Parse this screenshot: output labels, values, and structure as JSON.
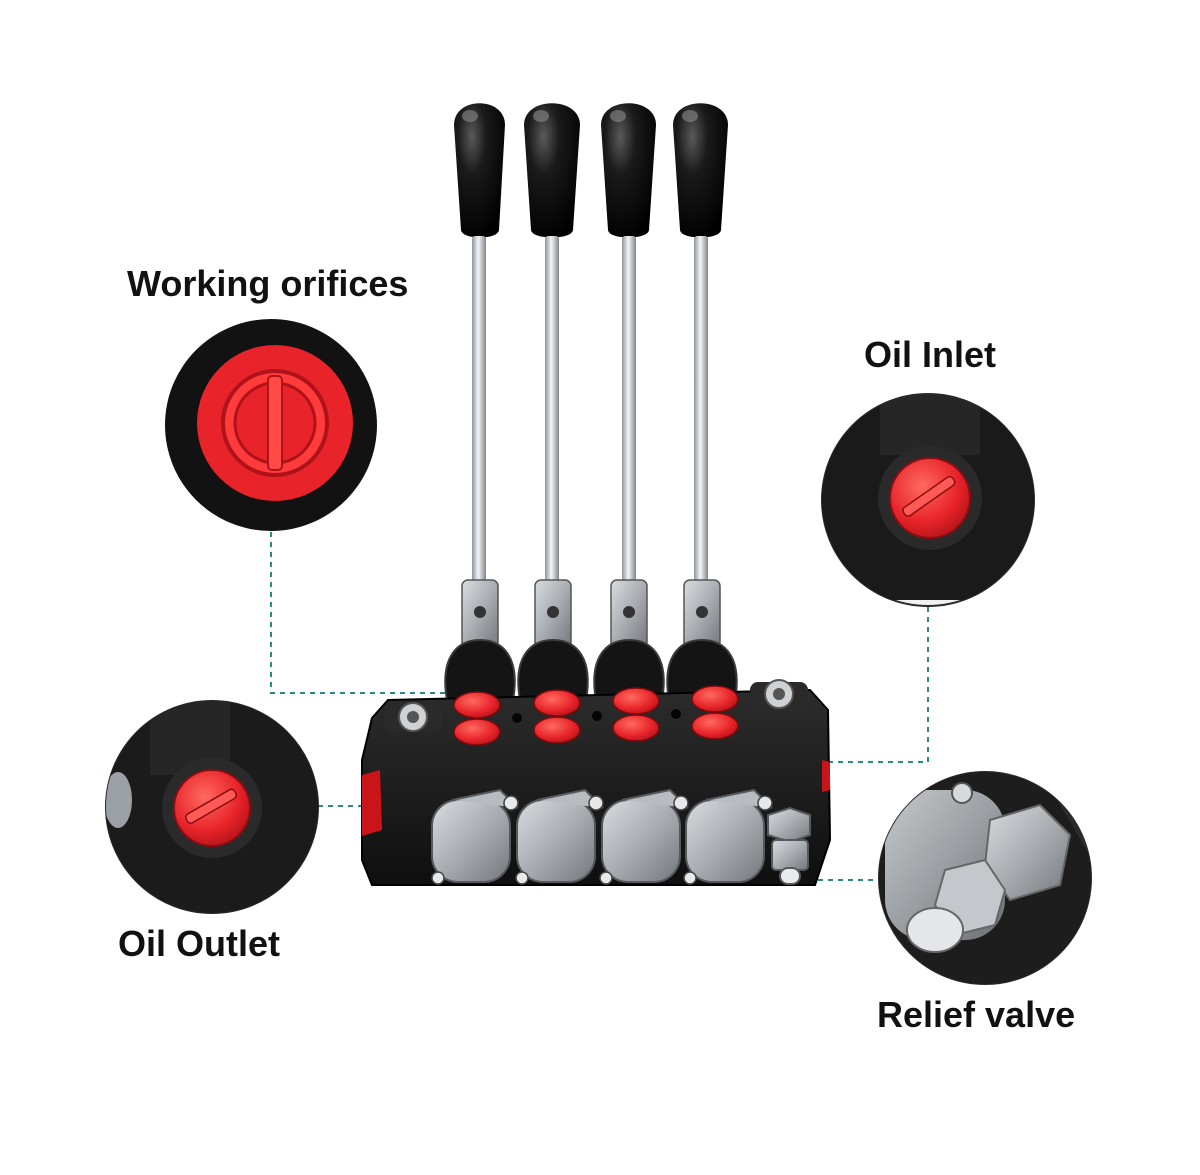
{
  "callouts": {
    "working_orifices": "Working orifices",
    "oil_inlet": "Oil Inlet",
    "oil_outlet": "Oil Outlet",
    "relief_valve": "Relief valve"
  },
  "valve": {
    "lever_count": 4,
    "section_count": 4
  },
  "colors": {
    "background": "#ffffff",
    "valve_body": "#1b1b1b",
    "port_plug": "#e8242a",
    "leader_line": "#2b8a86",
    "label_text": "#111111"
  }
}
